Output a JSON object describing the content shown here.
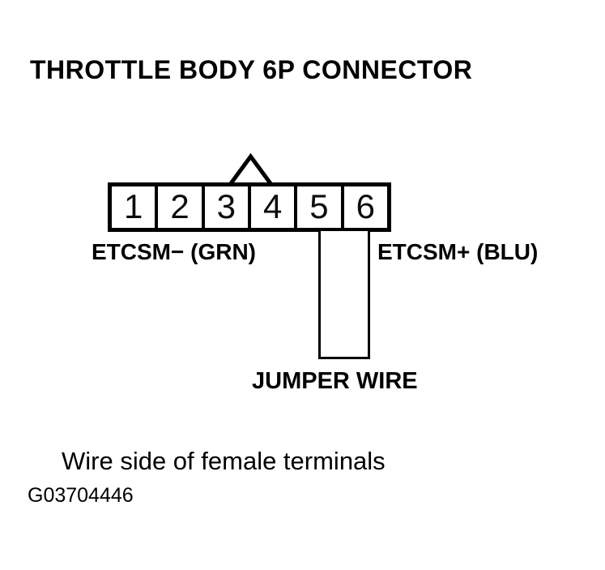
{
  "page": {
    "title": "THROTTLE BODY 6P CONNECTOR",
    "caption": "Wire side of female terminals",
    "figure_id": "G03704446"
  },
  "connector": {
    "pins": [
      "1",
      "2",
      "3",
      "4",
      "5",
      "6"
    ],
    "labels": {
      "left": "ETCSM− (GRN)",
      "right": "ETCSM+ (BLU)"
    },
    "jumper_label": "JUMPER WIRE",
    "jumper_between_pins": "5-6",
    "notch_between_pins": "3-4"
  },
  "colors": {
    "ink": "#000000",
    "background": "#ffffff"
  }
}
